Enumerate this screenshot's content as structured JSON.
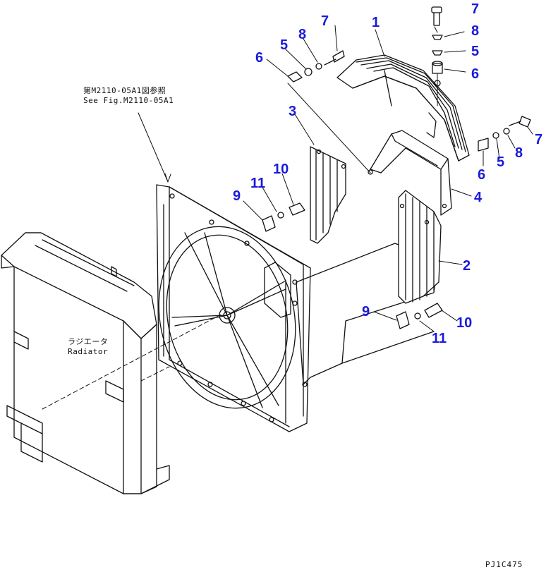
{
  "reference_note": {
    "line1": "第M2110-05A1図参照",
    "line2": "See Fig.M2110-05A1"
  },
  "radiator_label": {
    "line1": "ラジエータ",
    "line2": "Radiator"
  },
  "drawing_code": "PJ1C475",
  "callout_color": "#1a1adb",
  "callouts": [
    {
      "id": "c7-top",
      "text": "7"
    },
    {
      "id": "c8-top",
      "text": "8"
    },
    {
      "id": "c5-top",
      "text": "5"
    },
    {
      "id": "c6-top",
      "text": "6"
    },
    {
      "id": "c1",
      "text": "1"
    },
    {
      "id": "c7-left",
      "text": "7"
    },
    {
      "id": "c8-left",
      "text": "8"
    },
    {
      "id": "c5-left",
      "text": "5"
    },
    {
      "id": "c6-left",
      "text": "6"
    },
    {
      "id": "c3",
      "text": "3"
    },
    {
      "id": "c7-right",
      "text": "7"
    },
    {
      "id": "c8-right",
      "text": "8"
    },
    {
      "id": "c5-right",
      "text": "5"
    },
    {
      "id": "c6-right",
      "text": "6"
    },
    {
      "id": "c4",
      "text": "4"
    },
    {
      "id": "c10-upper",
      "text": "10"
    },
    {
      "id": "c11-upper",
      "text": "11"
    },
    {
      "id": "c9-upper",
      "text": "9"
    },
    {
      "id": "c2",
      "text": "2"
    },
    {
      "id": "c9-lower",
      "text": "9"
    },
    {
      "id": "c10-lower",
      "text": "10"
    },
    {
      "id": "c11-lower",
      "text": "11"
    }
  ]
}
